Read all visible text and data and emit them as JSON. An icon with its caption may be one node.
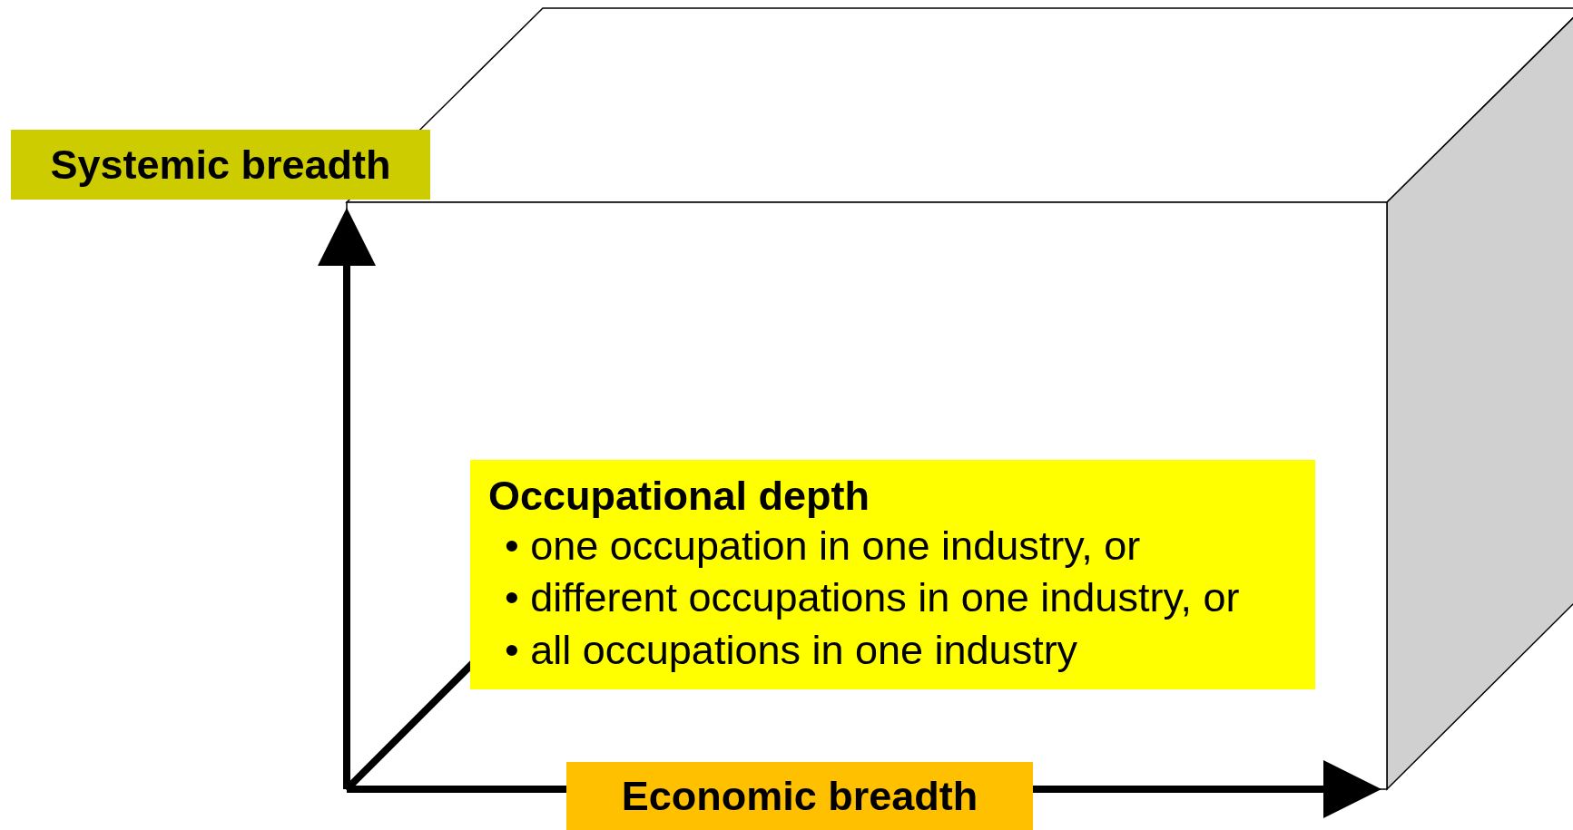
{
  "diagram": {
    "nodes": [
      {
        "text": [
          "Systemic breadth"
        ]
      },
      {
        "text": [
          "Occupational depth",
          "• one occupation in one industry, or",
          "• different occupations in one industry, or",
          "• all occupations in one industry"
        ]
      },
      {
        "text": [
          "Economic breadth"
        ]
      }
    ]
  }
}
